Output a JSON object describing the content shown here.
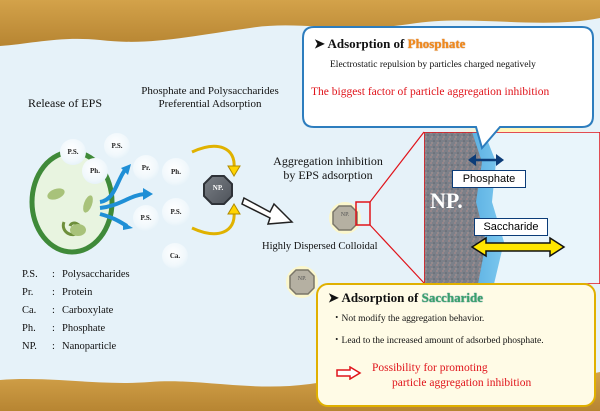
{
  "release_label": "Release of EPS",
  "preferential_label_line1": "Phosphate and Polysaccharides",
  "preferential_label_line2": "Preferential Adsorption",
  "aggregation_label_line1": "Aggregation inhibition",
  "aggregation_label_line2": "by EPS adsorption",
  "dispersed_label": "Highly Dispersed Colloidal",
  "bubbles": {
    "ps_left": "P.S.",
    "ps_top": "P.S.",
    "ph_left": "Ph.",
    "pr": "Pr.",
    "ph_right": "Ph.",
    "ps_right": "P.S.",
    "ca": "Ca.",
    "ps_bottom": "P.S."
  },
  "np_small": "NP.",
  "np_large": "NP.",
  "legend": [
    {
      "abbr": "P.S.",
      "sep": ":",
      "full": "Polysaccharides"
    },
    {
      "abbr": "Pr.",
      "sep": ":",
      "full": "Protein"
    },
    {
      "abbr": "Ca.",
      "sep": ":",
      "full": "Carboxylate"
    },
    {
      "abbr": "Ph.",
      "sep": ":",
      "full": "Phosphate"
    },
    {
      "abbr": "NP.",
      "sep": ":",
      "full": "Nanoparticle"
    }
  ],
  "phosphate_box": {
    "title_prefix": "Adsorption of",
    "title_keyword": "Phosphate",
    "desc": "Electrostatic repulsion by particles charged negatively",
    "conclusion": "The biggest factor of particle aggregation inhibition"
  },
  "saccharide_box": {
    "title_prefix": "Adsorption of",
    "title_keyword": "Saccharide",
    "bullet1": "Not modify the aggregation behavior.",
    "bullet2": "Lead to the increased amount of adsorbed phosphate.",
    "possibility_line1": "Possibility for promoting",
    "possibility_line2": "particle aggregation inhibition"
  },
  "zoom": {
    "phosphate_tag": "Phosphate",
    "saccharide_tag": "Saccharide"
  },
  "colors": {
    "sediment": "#c79a45",
    "phosphate_orange": "#f28a1c",
    "red": "#e0141b",
    "saccharide_green": "#3aa36a",
    "box_border": "#2d7dbe",
    "yellow": "#ffe65c"
  }
}
